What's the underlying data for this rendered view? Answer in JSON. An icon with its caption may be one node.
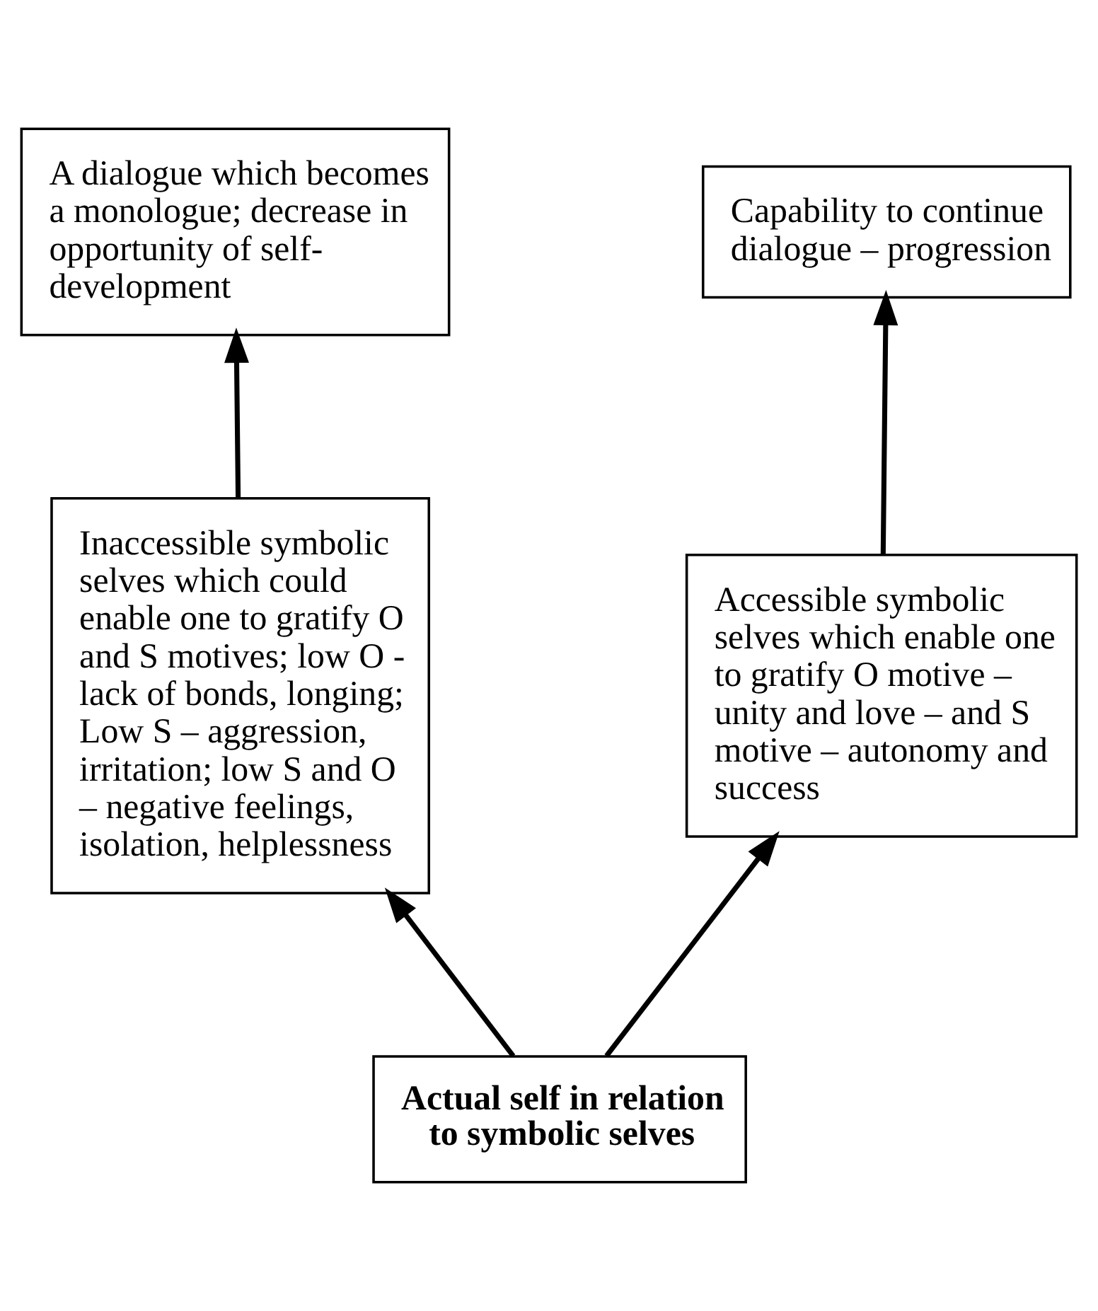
{
  "diagram": {
    "nodes": [
      {
        "text": [
          "A dialogue which becomes a monologue; decrease in opportunity of self-development"
        ]
      },
      {
        "text": [
          "Capability to continue dialogue – progression"
        ]
      },
      {
        "text": [
          "Inaccessible symbolic selves which could enable one to gratify O and S motives; low O - lack of bonds, longing; Low S – aggression, irritation; low S and O – negative feelings, isolation, helplessness"
        ]
      },
      {
        "text": [
          "Accessible symbolic selves which enable one to gratify O motive – unity and love – and S motive – autonomy and success"
        ]
      },
      {
        "text": [
          "Actual self in relation to symbolic selves"
        ]
      }
    ],
    "edges": [
      {
        "from": 2,
        "to": 0,
        "arrow": "to"
      },
      {
        "from": 3,
        "to": 1,
        "arrow": "to"
      },
      {
        "from": 4,
        "to": 2,
        "arrow": "to"
      },
      {
        "from": 4,
        "to": 3,
        "arrow": "to"
      }
    ]
  }
}
